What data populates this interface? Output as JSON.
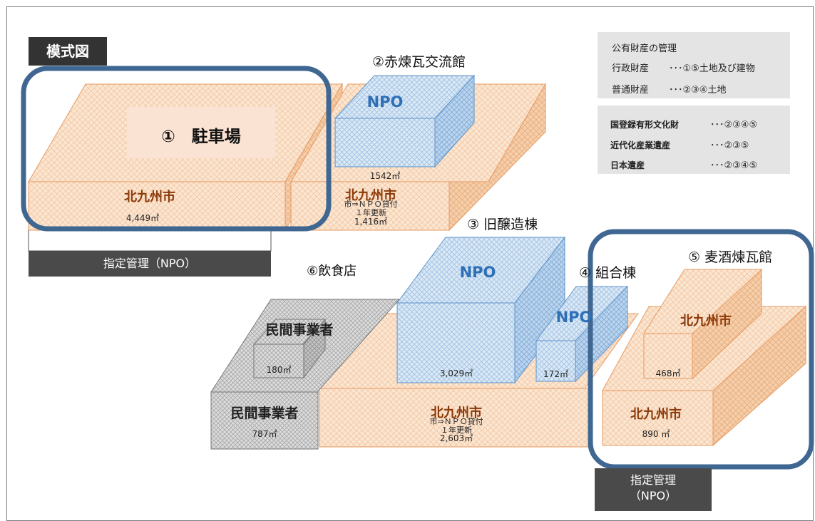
{
  "diagram_title": "模式図",
  "legend_property": {
    "heading": "公有財産の管理",
    "rows": [
      {
        "name": "行政財産",
        "value": "･･･①⑤土地及び建物"
      },
      {
        "name": "普通財産",
        "value": "･･･②③④土地"
      }
    ]
  },
  "legend_heritage": {
    "rows": [
      {
        "name": "国登録有形文化財",
        "value": "･･･②③④⑤"
      },
      {
        "name": "近代化産業遺産",
        "value": "･･･②③⑤"
      },
      {
        "name": "日本遺産",
        "value": "･･･②③④⑤"
      }
    ]
  },
  "parking": {
    "label": "①　駐車場",
    "owner": "北九州市",
    "area": "4,449㎡",
    "management": "指定管理（NPO）"
  },
  "red_brick_hall": {
    "title": "②赤煉瓦交流館",
    "building": "NPO",
    "building_area": "1542㎡",
    "owner": "北九州市",
    "lease_line1": "市⇒ＮＰＯ貸付",
    "lease_line2": "１年更新",
    "land_area": "1,416㎡"
  },
  "brewery": {
    "title": "③ 旧醸造棟",
    "building": "NPO",
    "building_area": "3,029㎡",
    "owner": "北九州市",
    "lease_line1": "市⇒ＮＰＯ貸付",
    "lease_line2": "１年更新",
    "land_area": "2,603㎡"
  },
  "union": {
    "title": "④ 組合棟",
    "building": "NPO",
    "building_area": "172㎡"
  },
  "restaurant": {
    "label": "⑥飲食店"
  },
  "private_upper": {
    "label": "民間事業者",
    "area": "180㎡"
  },
  "private_lower": {
    "label": "民間事業者",
    "area": "787㎡"
  },
  "beer_hall": {
    "title": "⑤ 麦酒煉瓦館",
    "building_owner": "北九州市",
    "building_area": "468㎡",
    "owner": "北九州市",
    "land_area": "890 ㎡",
    "management_line1": "指定管理",
    "management_line2": "（NPO）"
  },
  "colors": {
    "highlight_outline": "#3f6791",
    "land_fill": "#fbe6d2",
    "land_edge": "#e79a62",
    "npo_fill": "#dbe9f6",
    "npo_edge": "#5f94c9",
    "private_fill": "#dcdcdc",
    "management_bar": "#4a4a4a"
  }
}
